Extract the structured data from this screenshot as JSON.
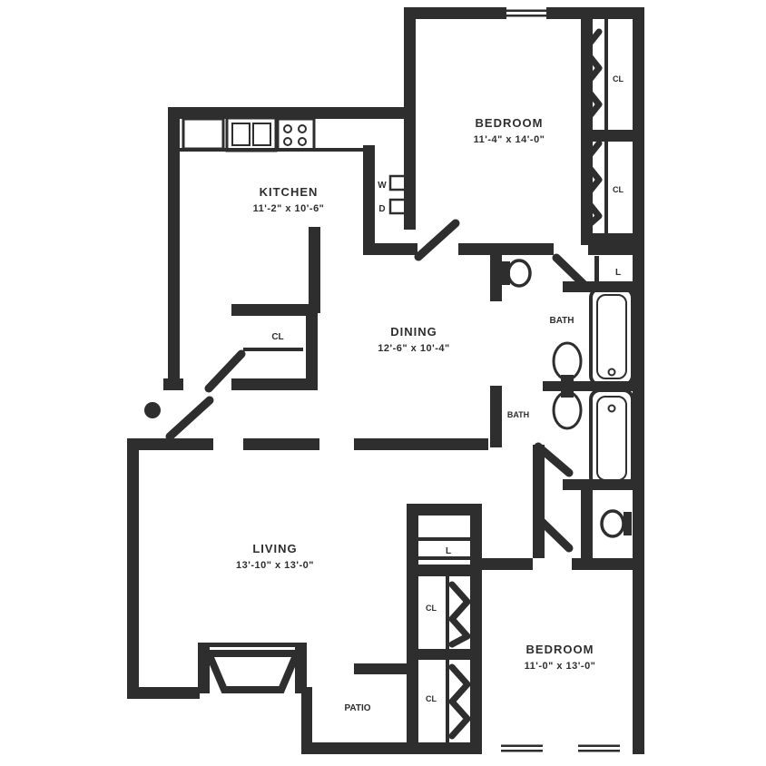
{
  "colors": {
    "wall": "#2e2e2e",
    "background": "#ffffff"
  },
  "rooms": {
    "bedroom_top": {
      "name": "BEDROOM",
      "dims": "11'-4\" x 14'-0\""
    },
    "kitchen": {
      "name": "KITCHEN",
      "dims": "11'-2\" x 10'-6\""
    },
    "dining": {
      "name": "DINING",
      "dims": "12'-6\" x 10'-4\""
    },
    "living": {
      "name": "LIVING",
      "dims": "13'-10\" x 13'-0\""
    },
    "bedroom_bottom": {
      "name": "BEDROOM",
      "dims": "11'-0\" x 13'-0\""
    },
    "patio": {
      "name": "PATIO"
    },
    "bath_top": {
      "name": "BATH"
    },
    "bath_bottom": {
      "name": "BATH"
    }
  },
  "labels": {
    "closet": "CL",
    "linen": "L",
    "washer": "W",
    "dryer": "D"
  }
}
